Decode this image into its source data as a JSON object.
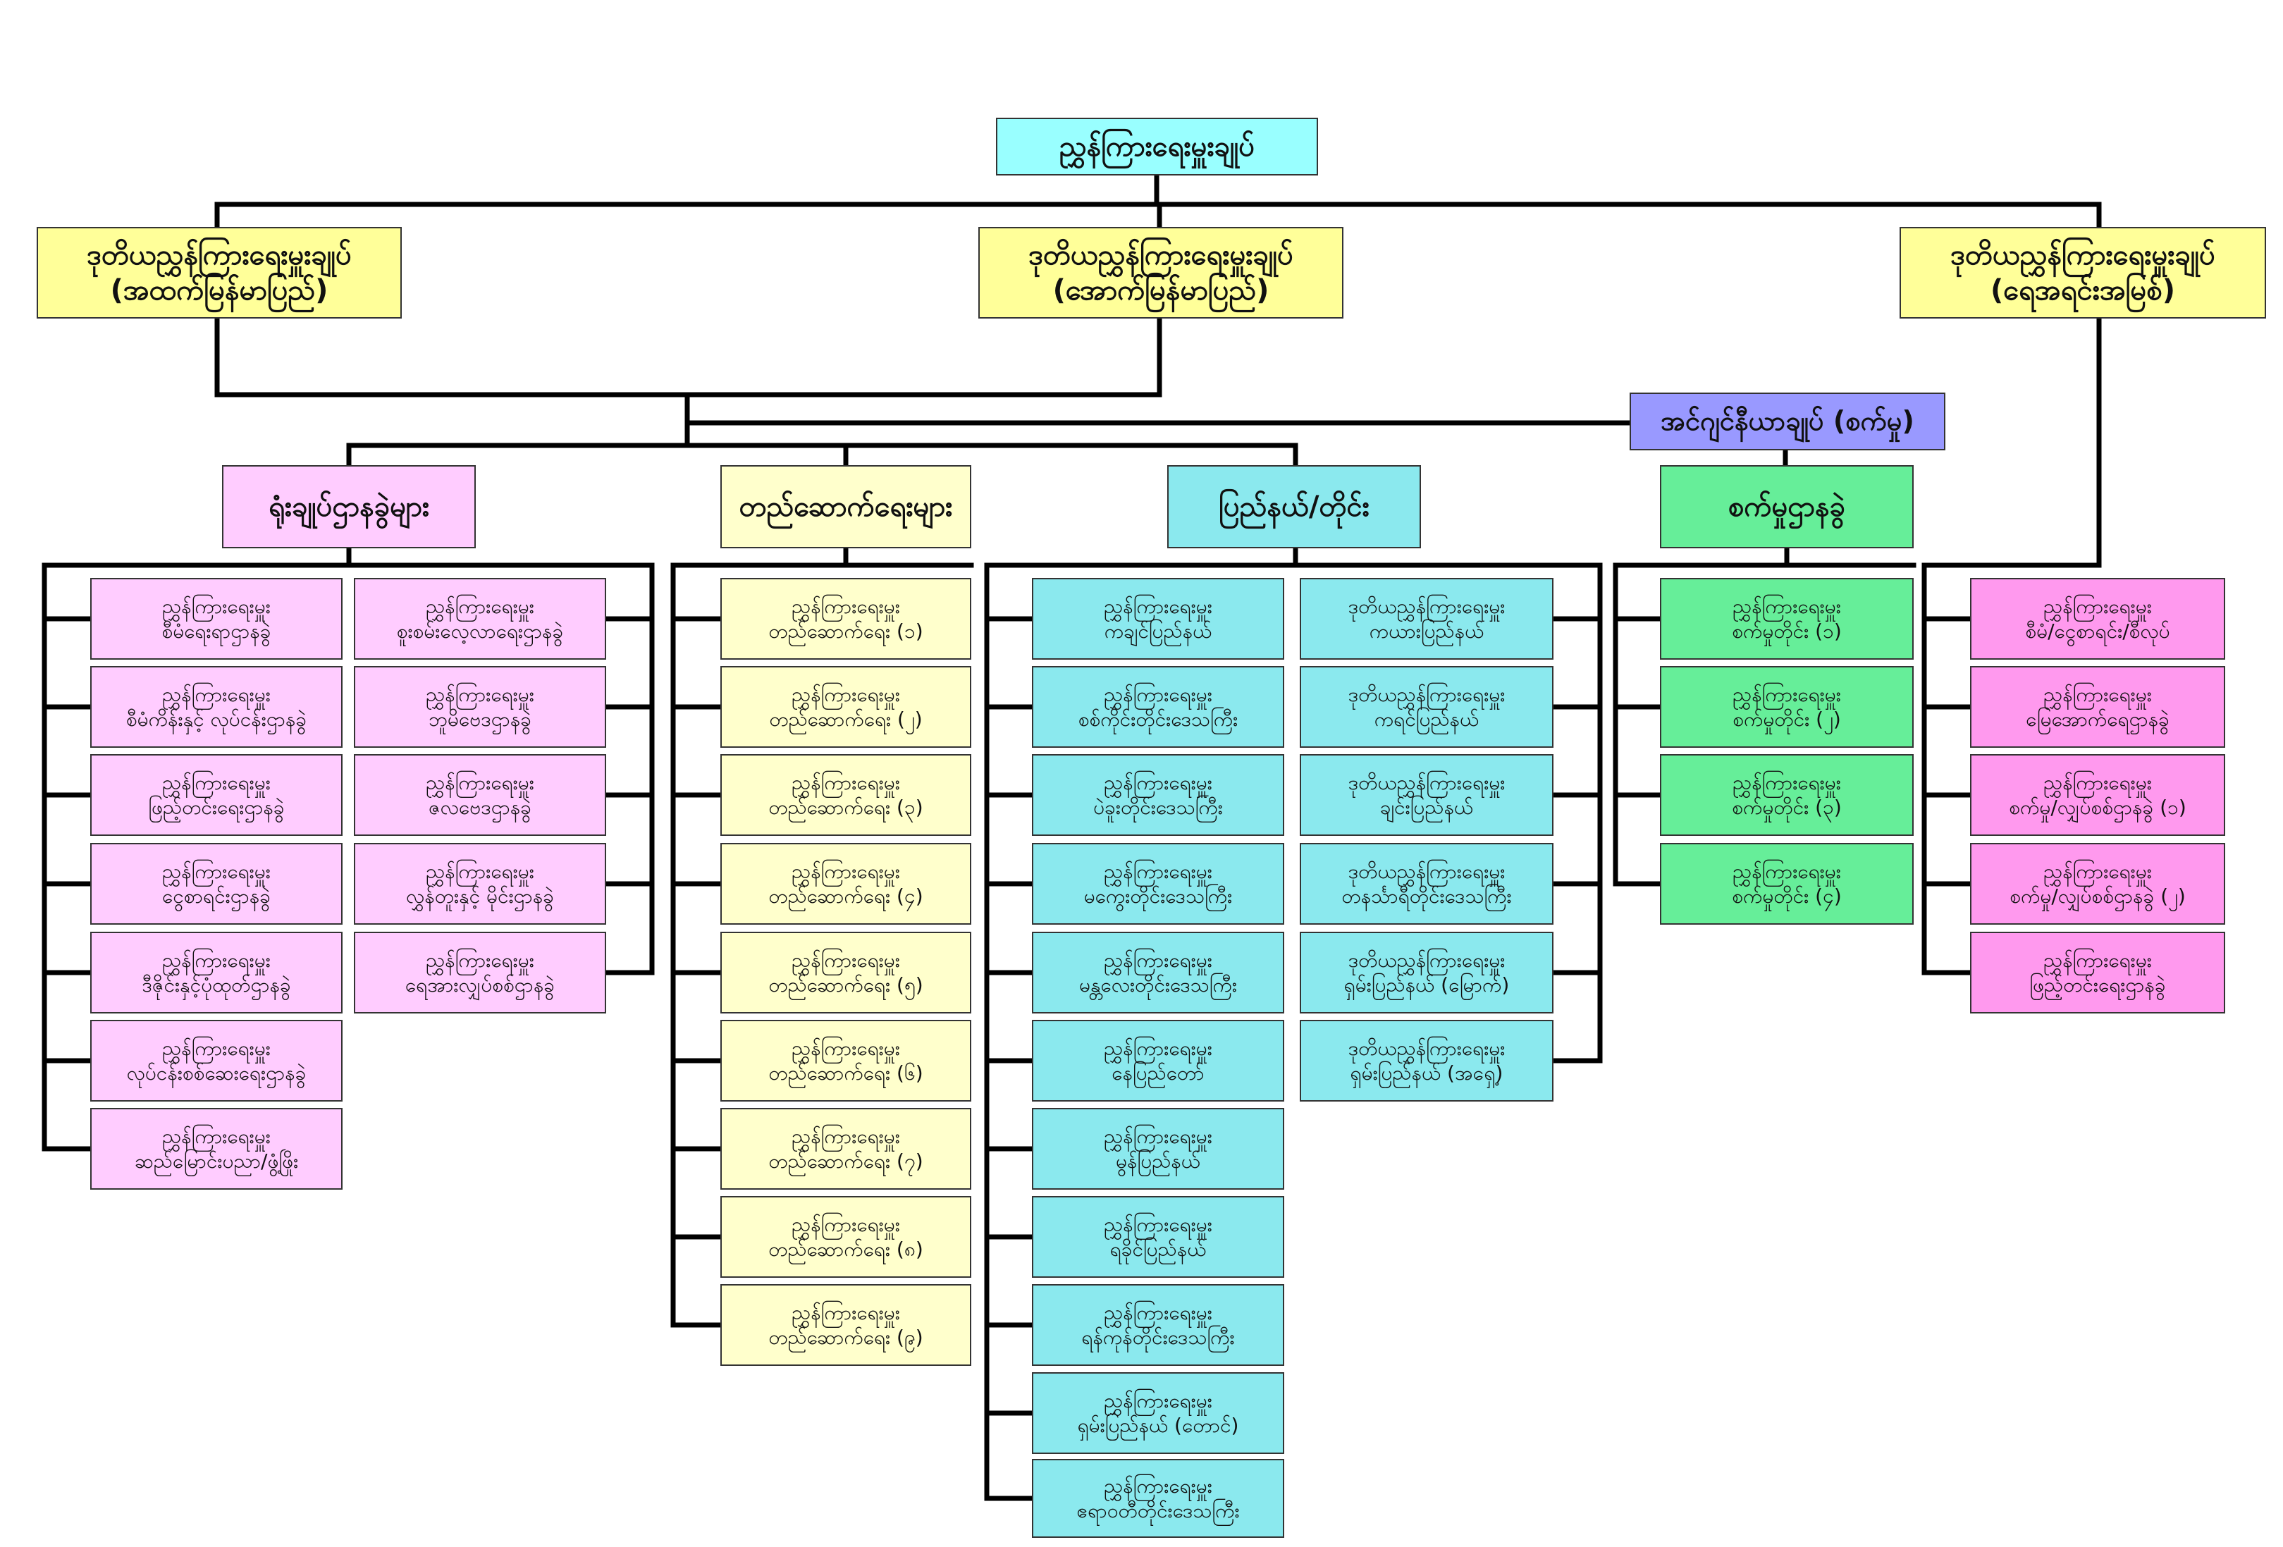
{
  "top": {
    "title": "ညွှန်ကြားရေးမှူးချုပ်"
  },
  "deputies": [
    {
      "line1": "ဒုတိယညွှန်ကြားရေးမှူးချုပ်",
      "line2": "(အထက်မြန်မာပြည်)"
    },
    {
      "line1": "ဒုတိယညွှန်ကြားရေးမှူးချုပ်",
      "line2": "(အောက်မြန်မာပြည်)"
    },
    {
      "line1": "ဒုတိယညွှန်ကြားရေးမှူးချုပ်",
      "line2": "(ရေအရင်းအမြစ်)"
    }
  ],
  "chief_engineer": {
    "label": "အင်ဂျင်နီယာချုပ် (စက်မှု)"
  },
  "groups": {
    "hq": "ရုံးချုပ်ဌာနခွဲများ",
    "construction": "တည်ဆောက်ရေးများ",
    "states": "ပြည်နယ်/တိုင်း",
    "mech": "စက်မှုဌာနခွဲ"
  },
  "hq_col1": [
    {
      "line1": "ညွှန်ကြားရေးမှူး",
      "line2": "စီမံရေးရာဌာနခွဲ"
    },
    {
      "line1": "ညွှန်ကြားရေးမှူး",
      "line2": "စီမံကိန်းနှင့် လုပ်ငန်းဌာနခွဲ"
    },
    {
      "line1": "ညွှန်ကြားရေးမှူး",
      "line2": "ဖြည့်တင်းရေးဌာနခွဲ"
    },
    {
      "line1": "ညွှန်ကြားရေးမှူး",
      "line2": "ငွေစာရင်းဌာနခွဲ"
    },
    {
      "line1": "ညွှန်ကြားရေးမှူး",
      "line2": "ဒီဇိုင်းနှင့်ပုံထုတ်ဌာနခွဲ"
    },
    {
      "line1": "ညွှန်ကြားရေးမှူး",
      "line2": "လုပ်ငန်းစစ်ဆေးရေးဌာနခွဲ"
    },
    {
      "line1": "ညွှန်ကြားရေးမှူး",
      "line2": "ဆည်မြောင်းပညာ/ဖွံ့ဖြိုး"
    }
  ],
  "hq_col2": [
    {
      "line1": "ညွှန်ကြားရေးမှူး",
      "line2": "စူးစမ်းလေ့လာရေးဌာနခွဲ"
    },
    {
      "line1": "ညွှန်ကြားရေးမှူး",
      "line2": "ဘူမိဗေဒဌာနခွဲ"
    },
    {
      "line1": "ညွှန်ကြားရေးမှူး",
      "line2": "ဇလဗေဒဌာနခွဲ"
    },
    {
      "line1": "ညွှန်ကြားရေးမှူး",
      "line2": "လွှန်တူးနှင့် မိုင်းဌာနခွဲ"
    },
    {
      "line1": "ညွှန်ကြားရေးမှူး",
      "line2": "ရေအားလျှပ်စစ်ဌာနခွဲ"
    }
  ],
  "construction": [
    {
      "line1": "ညွှန်ကြားရေးမှူး",
      "line2": "တည်ဆောက်ရေး (၁)"
    },
    {
      "line1": "ညွှန်ကြားရေးမှူး",
      "line2": "တည်ဆောက်ရေး (၂)"
    },
    {
      "line1": "ညွှန်ကြားရေးမှူး",
      "line2": "တည်ဆောက်ရေး (၃)"
    },
    {
      "line1": "ညွှန်ကြားရေးမှူး",
      "line2": "တည်ဆောက်ရေး (၄)"
    },
    {
      "line1": "ညွှန်ကြားရေးမှူး",
      "line2": "တည်ဆောက်ရေး (၅)"
    },
    {
      "line1": "ညွှန်ကြားရေးမှူး",
      "line2": "တည်ဆောက်ရေး (၆)"
    },
    {
      "line1": "ညွှန်ကြားရေးမှူး",
      "line2": "တည်ဆောက်ရေး (၇)"
    },
    {
      "line1": "ညွှန်ကြားရေးမှူး",
      "line2": "တည်ဆောက်ရေး (၈)"
    },
    {
      "line1": "ညွှန်ကြားရေးမှူး",
      "line2": "တည်ဆောက်ရေး (၉)"
    }
  ],
  "states_col1": [
    {
      "line1": "ညွှန်ကြားရေးမှူး",
      "line2": "ကချင်ပြည်နယ်"
    },
    {
      "line1": "ညွှန်ကြားရေးမှူး",
      "line2": "စစ်ကိုင်းတိုင်းဒေသကြီး"
    },
    {
      "line1": "ညွှန်ကြားရေးမှူး",
      "line2": "ပဲခူးတိုင်းဒေသကြီး"
    },
    {
      "line1": "ညွှန်ကြားရေးမှူး",
      "line2": "မကွေးတိုင်းဒေသကြီး"
    },
    {
      "line1": "ညွှန်ကြားရေးမှူး",
      "line2": "မန္တလေးတိုင်းဒေသကြီး"
    },
    {
      "line1": "ညွှန်ကြားရေးမှူး",
      "line2": "နေပြည်တော်"
    },
    {
      "line1": "ညွှန်ကြားရေးမှူး",
      "line2": "မွန်ပြည်နယ်"
    },
    {
      "line1": "ညွှန်ကြားရေးမှူး",
      "line2": "ရခိုင်ပြည်နယ်"
    },
    {
      "line1": "ညွှန်ကြားရေးမှူး",
      "line2": "ရန်ကုန်တိုင်းဒေသကြီး"
    },
    {
      "line1": "ညွှန်ကြားရေးမှူး",
      "line2": "ရှမ်းပြည်နယ် (တောင်)"
    },
    {
      "line1": "ညွှန်ကြားရေးမှူး",
      "line2": "ဧရာဝတီတိုင်းဒေသကြီး"
    }
  ],
  "states_col2": [
    {
      "line1": "ဒုတိယညွှန်ကြားရေးမှူး",
      "line2": "ကယားပြည်နယ်"
    },
    {
      "line1": "ဒုတိယညွှန်ကြားရေးမှူး",
      "line2": "ကရင်ပြည်နယ်"
    },
    {
      "line1": "ဒုတိယညွှန်ကြားရေးမှူး",
      "line2": "ချင်းပြည်နယ်"
    },
    {
      "line1": "ဒုတိယညွှန်ကြားရေးမှူး",
      "line2": "တနင်္သာရီတိုင်းဒေသကြီး"
    },
    {
      "line1": "ဒုတိယညွှန်ကြားရေးမှူး",
      "line2": "ရှမ်းပြည်နယ် (မြောက်)"
    },
    {
      "line1": "ဒုတိယညွှန်ကြားရေးမှူး",
      "line2": "ရှမ်းပြည်နယ် (အရှေ့)"
    }
  ],
  "mech": [
    {
      "line1": "ညွှန်ကြားရေးမှူး",
      "line2": "စက်မှုတိုင်း (၁)"
    },
    {
      "line1": "ညွှန်ကြားရေးမှူး",
      "line2": "စက်မှုတိုင်း (၂)"
    },
    {
      "line1": "ညွှန်ကြားရေးမှူး",
      "line2": "စက်မှုတိုင်း (၃)"
    },
    {
      "line1": "ညွှန်ကြားရေးမှူး",
      "line2": "စက်မှုတိုင်း (၄)"
    }
  ],
  "water": [
    {
      "line1": "ညွှန်ကြားရေးမှူး",
      "line2": "စီမံ/ငွေစာရင်း/စီလုပ်"
    },
    {
      "line1": "ညွှန်ကြားရေးမှူး",
      "line2": "မြေအောက်ရေဌာနခွဲ"
    },
    {
      "line1": "ညွှန်ကြားရေးမှူး",
      "line2": "စက်မှု/လျှပ်စစ်ဌာနခွဲ (၁)"
    },
    {
      "line1": "ညွှန်ကြားရေးမှူး",
      "line2": "စက်မှု/လျှပ်စစ်ဌာနခွဲ (၂)"
    },
    {
      "line1": "ညွှန်ကြားရေးမှူး",
      "line2": "ဖြည့်တင်းရေးဌာနခွဲ"
    }
  ],
  "colors": {
    "top": "#99ffff",
    "deputy": "#ffff99",
    "chief_engineer": "#9999ff",
    "hq_header": "#ffccff",
    "construction_header": "#ffffcc",
    "states_header": "#8be9ee",
    "mech_header": "#66ee99",
    "water_leaf": "#ff99ee",
    "connector": "#000000"
  }
}
